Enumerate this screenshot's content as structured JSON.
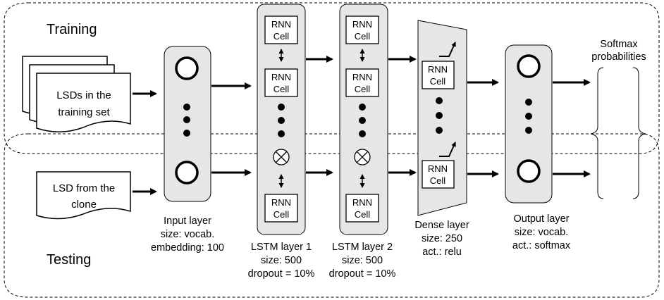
{
  "regions": {
    "training": "Training",
    "testing": "Testing"
  },
  "inputs": {
    "training_doc": [
      "LSDs in the",
      "training set"
    ],
    "testing_doc": [
      "LSD from the",
      "clone"
    ]
  },
  "cell_label": [
    "RNN",
    "Cell"
  ],
  "layers": {
    "input": [
      "Input layer",
      "size: vocab.",
      "embedding: 100"
    ],
    "lstm1": [
      "LSTM layer 1",
      "size: 500",
      "dropout = 10%"
    ],
    "lstm2": [
      "LSTM layer 2",
      "size: 500",
      "dropout = 10%"
    ],
    "dense": [
      "Dense layer",
      "size: 250",
      "act.: relu"
    ],
    "output": [
      "Output layer",
      "size: vocab.",
      "act.: softmax"
    ]
  },
  "softmax": [
    "Softmax",
    "probabilities"
  ]
}
